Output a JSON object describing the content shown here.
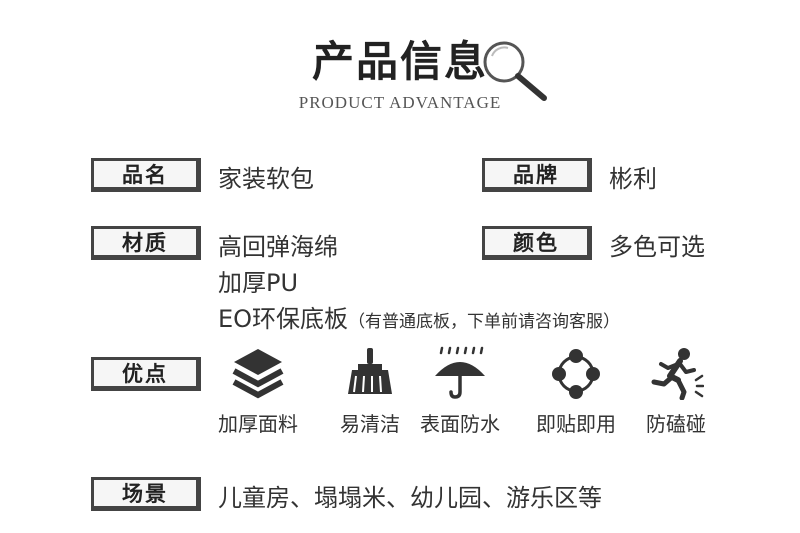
{
  "header": {
    "title": "产品信息",
    "subtitle": "PRODUCT ADVANTAGE"
  },
  "info": {
    "name_label": "品名",
    "name_value": "家装软包",
    "brand_label": "品牌",
    "brand_value": "彬利",
    "material_label": "材质",
    "material_lines": [
      "高回弹海绵",
      "加厚PU",
      "EO环保底板"
    ],
    "material_note": "（有普通底板，下单前请咨询客服）",
    "color_label": "颜色",
    "color_value": "多色可选"
  },
  "advantages": {
    "label": "优点",
    "items": [
      {
        "label": "加厚面料",
        "icon": "layers-icon"
      },
      {
        "label": "易清洁",
        "icon": "broom-icon"
      },
      {
        "label": "表面防水",
        "icon": "umbrella-rain-icon"
      },
      {
        "label": "即贴即用",
        "icon": "connected-nodes-icon"
      },
      {
        "label": "防磕碰",
        "icon": "running-person-icon"
      }
    ]
  },
  "scene": {
    "label": "场景",
    "value": "儿童房、塌塌米、幼儿园、游乐区等"
  },
  "colors": {
    "icon": "#333333",
    "box_border": "#444444",
    "text": "#333333"
  }
}
